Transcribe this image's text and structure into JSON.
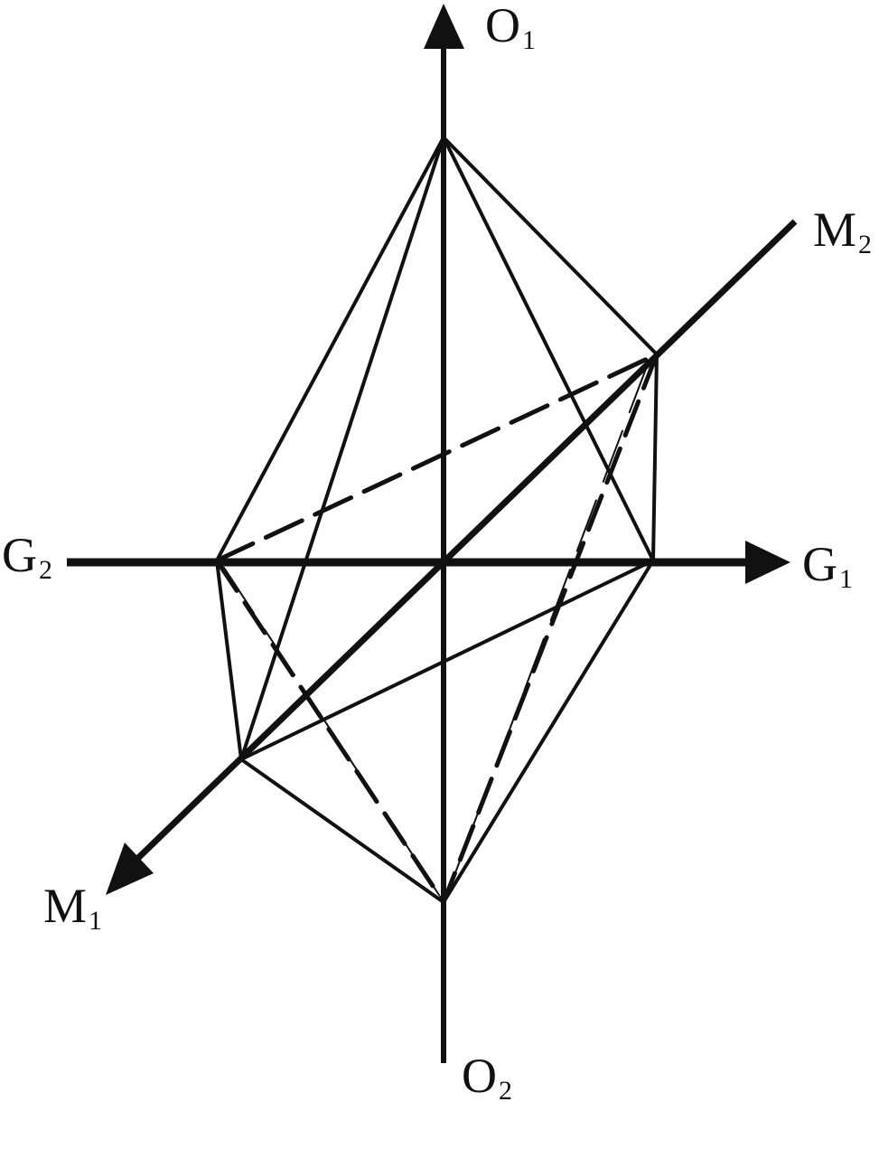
{
  "axes": [
    {
      "id": "o1",
      "base": "O",
      "sub": "1"
    },
    {
      "id": "o2",
      "base": "O",
      "sub": "2"
    },
    {
      "id": "g1",
      "base": "G",
      "sub": "1"
    },
    {
      "id": "g2",
      "base": "G",
      "sub": "2"
    },
    {
      "id": "m1",
      "base": "M",
      "sub": "1"
    },
    {
      "id": "m2",
      "base": "M",
      "sub": "2"
    }
  ],
  "colors": {
    "stroke": "#111111",
    "background": "#ffffff"
  }
}
